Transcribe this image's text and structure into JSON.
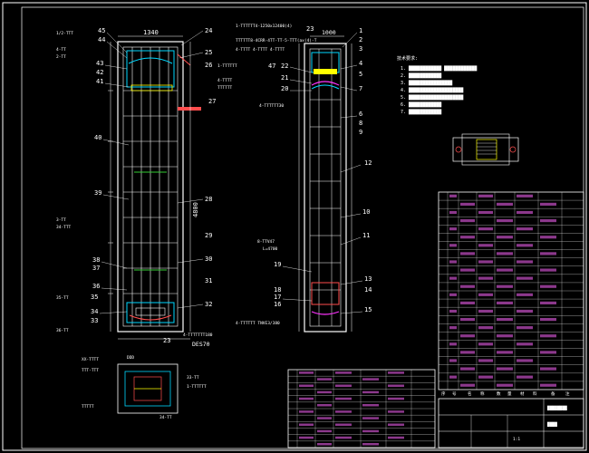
{
  "drawing": {
    "colors": {
      "background": "#000000",
      "frame": "#ffffff",
      "structure": "#ffffff",
      "dimension": "#ff4d4d",
      "hatch_cyan": "#00d8ff",
      "highlight_yellow": "#ffff00",
      "green_marks": "#33cc33",
      "magenta_marks": "#ff33ff",
      "table_text": "#ff66ff",
      "table_header": "#ffff66"
    },
    "left_view": {
      "top_dim": "1340",
      "height_dim": "4800",
      "numbers_left": [
        "45",
        "44",
        "43",
        "42",
        "41",
        "40",
        "39",
        "38",
        "37",
        "36",
        "35",
        "34",
        "33"
      ],
      "numbers_right": [
        "24",
        "25",
        "26",
        "27",
        "28",
        "29",
        "30",
        "31",
        "32"
      ],
      "spec_left": [
        "1/2-TTT",
        "4-TT",
        "2-TT",
        "3-TT",
        "34-TTT",
        "35-TT",
        "36-TT"
      ],
      "spec_right": [
        "1-TTTTTT",
        "4-TTTT",
        "TTTTTT"
      ],
      "bottom_label": "23",
      "bottom_dim": "DES70",
      "bottom_spec": "4-TTTTTTT180"
    },
    "right_view": {
      "top_dim": "1000",
      "header_spec_1": "1-TTTTTT4-1250x12400(4)",
      "header_spec_2": "TTTTTT8-4CRR-4TT-TT-5-TTT(ax(4)-T",
      "header_spec_3": "4-TTTT 4-TTTT 4-TTTT",
      "numbers_left": [
        "23",
        "47",
        "22",
        "21",
        "20",
        "19",
        "18",
        "17",
        "16"
      ],
      "numbers_right": [
        "1",
        "2",
        "3",
        "4",
        "5",
        "6",
        "7",
        "8",
        "9",
        "10",
        "11",
        "12",
        "13",
        "14",
        "15"
      ],
      "side_spec_1": "4-TTTTTT30",
      "side_spec_2": "8-TTV47",
      "side_spec_3": "L=4700",
      "bottom_spec": "4-TTTTTT TNVE3/380"
    },
    "notes": {
      "title": "技术要求:",
      "lines": [
        "1. ████████████ ████████████",
        "2. ████████████",
        "3. ████████████████",
        "4. ████████████████████",
        "5. ████████████████████",
        "6. ████████████",
        "7. ████████████"
      ]
    },
    "small_view": {
      "labels": [
        "DDD",
        "XX-TTTT",
        "TTT-TTT",
        "33-TT",
        "1-TTTTTT",
        "TTTTT",
        "34-TT"
      ]
    },
    "bom_table": {
      "header": [
        "序",
        "号",
        "名",
        "称",
        "数",
        "量",
        "材",
        "料",
        "备",
        "注"
      ],
      "rows": 20
    },
    "title_block": {
      "company": "████████",
      "drawing_name": "████",
      "scale": "1:1"
    }
  }
}
